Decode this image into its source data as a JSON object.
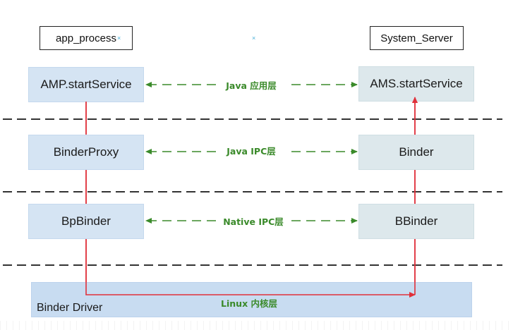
{
  "processes": {
    "left": "app_process",
    "right": "System_Server"
  },
  "layers": [
    {
      "left": "AMP.startService",
      "right": "AMS.startService",
      "label": "Java 应用层"
    },
    {
      "left": "BinderProxy",
      "right": "Binder",
      "label": "Java IPC层"
    },
    {
      "left": "BpBinder",
      "right": "BBinder",
      "label": "Native IPC层"
    }
  ],
  "driver": {
    "name": "Binder Driver",
    "label": "Linux 内核层"
  },
  "colors": {
    "call_path": "#e0303a",
    "layer_arrow": "#3a8a2a",
    "separator": "#333333",
    "left_box": "#d5e4f3",
    "right_box": "#dde8ec",
    "driver_box": "#c8dcf1"
  }
}
